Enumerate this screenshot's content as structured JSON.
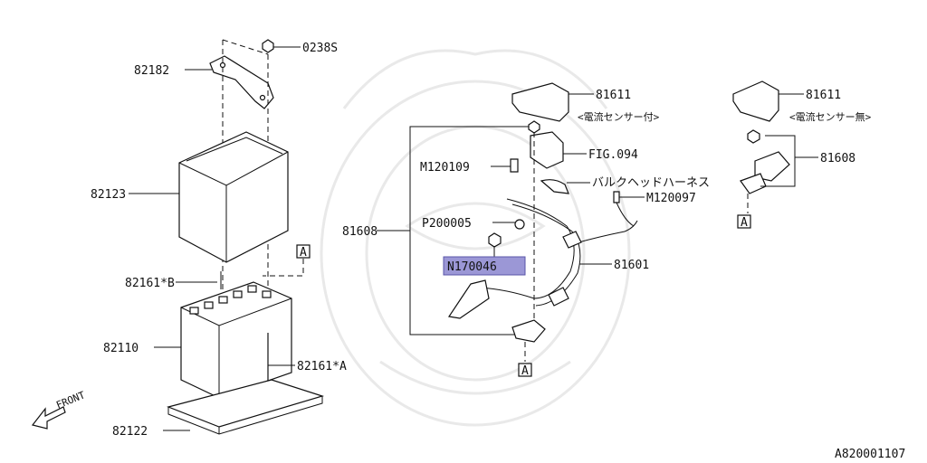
{
  "diagram": {
    "code": "A820001107",
    "front_label": "FRONT",
    "ref_box_label": "A",
    "labels": {
      "p0238s": "0238S",
      "p82182": "82182",
      "p82123": "82123",
      "p82161b": "82161*B",
      "p82110": "82110",
      "p82161a": "82161*A",
      "p82122": "82122",
      "p81611_left": "81611",
      "p81611_left_note": "<電流センサー付>",
      "fig094": "FIG.094",
      "m120109": "M120109",
      "bulkhead": "バルクヘッドハーネス",
      "m120097": "M120097",
      "p81608_left": "81608",
      "p200005": "P200005",
      "n170046": "N170046",
      "p81601": "81601",
      "p81611_right": "81611",
      "p81611_right_note": "<電流センサー無>",
      "p81608_right": "81608"
    }
  }
}
